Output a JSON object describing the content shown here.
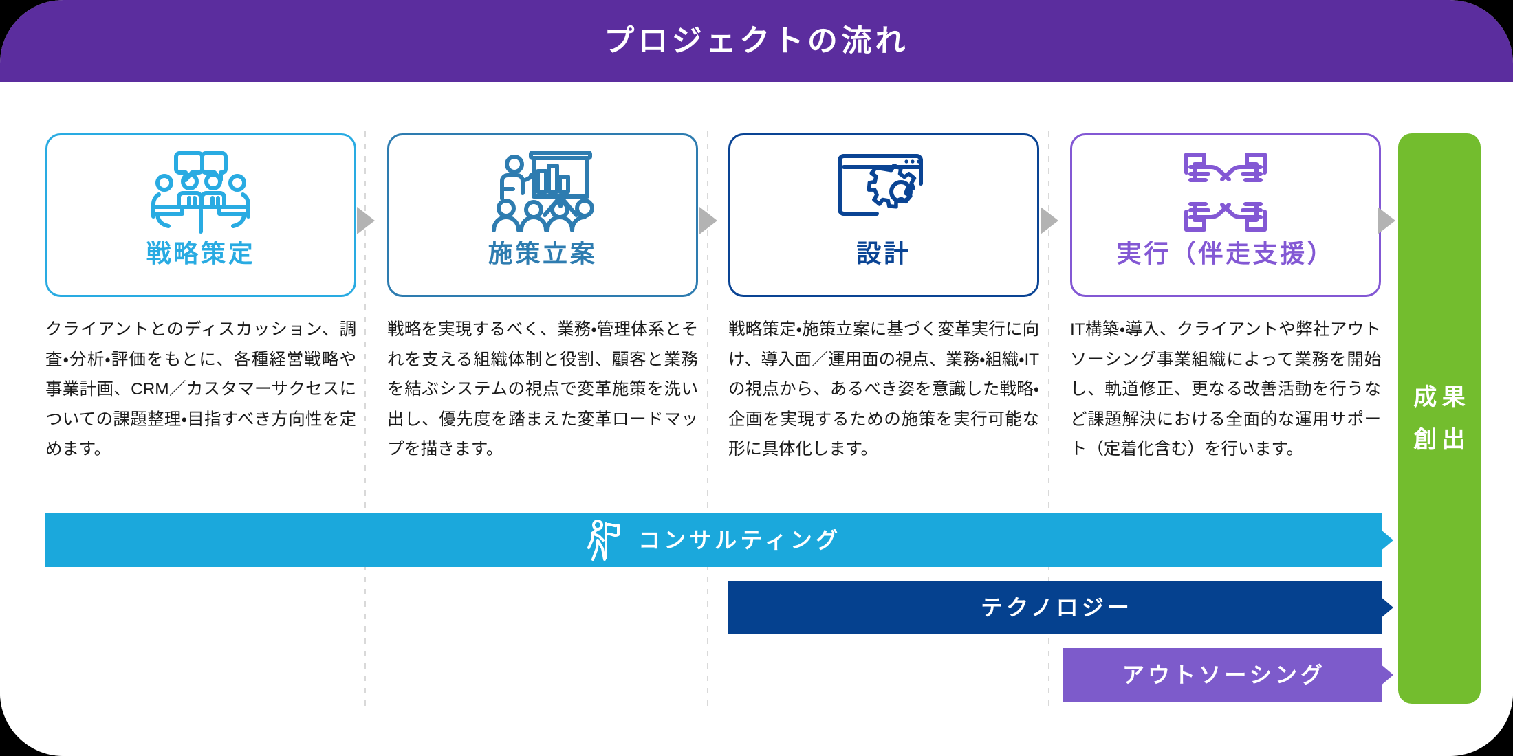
{
  "header": {
    "title": "プロジェクトの流れ"
  },
  "colors": {
    "header_purple": "#5B2D9E",
    "step1_cyan": "#29ABE2",
    "step2_blue": "#2E7CB0",
    "step3_navy": "#0A4494",
    "step4_purple": "#8358D4",
    "result_green": "#73BD2E",
    "arrow_gray": "#b3b3b3",
    "divider_gray": "#d9d9d9"
  },
  "steps": [
    {
      "title": "戦略策定",
      "icon": "meeting-discussion-icon",
      "color": "#29ABE2",
      "body": "クライアントとのディスカッション、調査・分析・評価をもとに、各種経営戦略や事業計画、CRM／カスタマーサクセスについての課題整理・目指すべき方向性を定めます。"
    },
    {
      "title": "施策立案",
      "icon": "presentation-audience-icon",
      "color": "#2E7CB0",
      "body": "戦略を実現するべく、業務・管理体系とそれを支える組織体制と役割、顧客と業務を結ぶシステムの視点で変革施策を洗い出し、優先度を踏まえた変革ロードマップを描きます。"
    },
    {
      "title": "設計",
      "icon": "browser-gear-icon",
      "color": "#0A4494",
      "body": "戦略策定・施策立案に基づく変革実行に向け、導入面／運用面の視点、業務・組織・ITの視点から、あるべき姿を意識した戦略・企画を実現するための施策を実行可能な形に具体化します。"
    },
    {
      "title": "実行（伴走支援）",
      "icon": "four-hands-teamwork-icon",
      "color": "#8358D4",
      "body": "IT構築・導入、クライアントや弊社アウトソーシング事業組織によって業務を開始し、軌道修正、更なる改善活動を行うなど課題解決における全面的な運用サポート（定着化含む）を行います。"
    }
  ],
  "result": {
    "line1": "成果",
    "line2": "創出"
  },
  "bars": [
    {
      "label": "コンサルティング",
      "color": "#1BA8DC",
      "icon": "person-with-flag-icon",
      "has_icon": true
    },
    {
      "label": "テクノロジー",
      "color": "#05418F",
      "icon": "",
      "has_icon": false
    },
    {
      "label": "アウトソーシング",
      "color": "#7D5BCB",
      "icon": "",
      "has_icon": false
    }
  ]
}
